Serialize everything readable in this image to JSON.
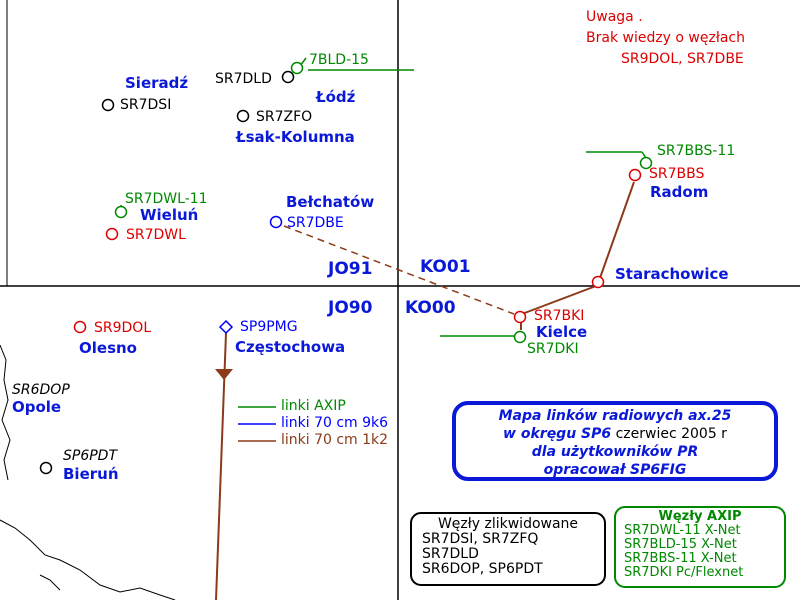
{
  "grid_labels": {
    "jo91": "JO91",
    "ko01": "KO01",
    "jo90": "JO90",
    "ko00": "KO00"
  },
  "warning": {
    "line1": "Uwaga .",
    "line2": "Brak wiedzy o węzłach",
    "line3": "SR9DOL, SR7DBE"
  },
  "cities": {
    "sieradz": "Sieradź",
    "lodz": "Łódź",
    "lask": "Łsak-Kolumna",
    "wielun": "Wieluń",
    "belchatow": "Bełchatów",
    "radom": "Radom",
    "starachowice": "Starachowice",
    "kielce": "Kielce",
    "olesno": "Olesno",
    "czestochowa": "Częstochowa",
    "opole": "Opole",
    "bierun": "Bieruń"
  },
  "nodes": {
    "bld": "7BLD-15",
    "dld": "SR7DLD",
    "dsi": "SR7DSI",
    "zfo": "SR7ZFO",
    "dwl11": "SR7DWL-11",
    "dwl": "SR7DWL",
    "dbe": "SR7DBE",
    "bbs11": "SR7BBS-11",
    "bbs": "SR7BBS",
    "bki": "SR7BKI",
    "dki": "SR7DKI",
    "dol": "SR9DOL",
    "pmg": "SP9PMG",
    "dop": "SR6DOP",
    "pdt": "SP6PDT"
  },
  "legend": {
    "axip": "linki AXIP",
    "cm9k6": "linki 70 cm 9k6",
    "cm1k2": "linki 70 cm 1k2"
  },
  "title": {
    "l1a": "Mapa linków radiowych ax.25",
    "l2a": "w okręgu  SP6",
    "l2b": " czerwiec 2005 r",
    "l3": "dla użytkowników PR",
    "l4": "opracował SP6FIG"
  },
  "removed_box": {
    "title": "Węzły zlikwidowane",
    "l1": "SR7DSI,  SR7ZFQ",
    "l2": "SR7DLD",
    "l3": "SR6DOP, SP6PDT"
  },
  "axip_box": {
    "title": "Węzły AXIP",
    "l1": "SR7DWL-11 X-Net",
    "l2": "SR7BLD-15  X-Net",
    "l3": "SR7BBS-11 X-Net",
    "l4": "SR7DKI Pc/Flexnet"
  },
  "colors": {
    "axip": "#008800",
    "link9k6": "#0000ff",
    "link1k2": "#8b4513",
    "node_red": "#dd0000",
    "label_blue": "#0a18d8"
  }
}
